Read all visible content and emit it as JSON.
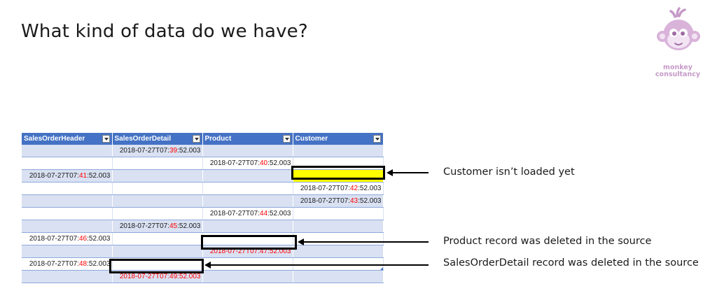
{
  "title": "What kind of data do we have?",
  "logo": {
    "line1": "monkey",
    "line2": "consultancy"
  },
  "table": {
    "headers": [
      "SalesOrderHeader",
      "SalesOrderDetail",
      "Product",
      "Customer"
    ],
    "rows": [
      {
        "col": 1,
        "prefix": "2018-07-27T07:",
        "minute": "39",
        "suffix": ":52.003"
      },
      {
        "col": 2,
        "prefix": "2018-07-27T07:",
        "minute": "40",
        "suffix": ":52.003"
      },
      {
        "col": 0,
        "prefix": "2018-07-27T07:",
        "minute": "41",
        "suffix": ":52.003"
      },
      {
        "col": 3,
        "prefix": "2018-07-27T07:",
        "minute": "42",
        "suffix": ":52.003"
      },
      {
        "col": 3,
        "prefix": "2018-07-27T07:",
        "minute": "43",
        "suffix": ":52.003"
      },
      {
        "col": 2,
        "prefix": "2018-07-27T07:",
        "minute": "44",
        "suffix": ":52.003"
      },
      {
        "col": 1,
        "prefix": "2018-07-27T07:",
        "minute": "45",
        "suffix": ":52.003"
      },
      {
        "col": 0,
        "prefix": "2018-07-27T07:",
        "minute": "46",
        "suffix": ":52.003"
      },
      {
        "col": 2,
        "full": "2018-07-27T07:47:52.003"
      },
      {
        "col": 0,
        "prefix": "2018-07-27T07:",
        "minute": "48",
        "suffix": ":52.003"
      },
      {
        "col": 1,
        "full": "2018-07-27T07:49:52.003"
      }
    ]
  },
  "annotations": {
    "customer": "Customer isn’t loaded yet",
    "product": "Product record was deleted in the source",
    "detail": "SalesOrderDetail record was deleted in the source"
  },
  "colors": {
    "header": "#4472c4",
    "band": "#d9e1f2",
    "highlight": "#ffff00",
    "red": "#ff0000"
  }
}
